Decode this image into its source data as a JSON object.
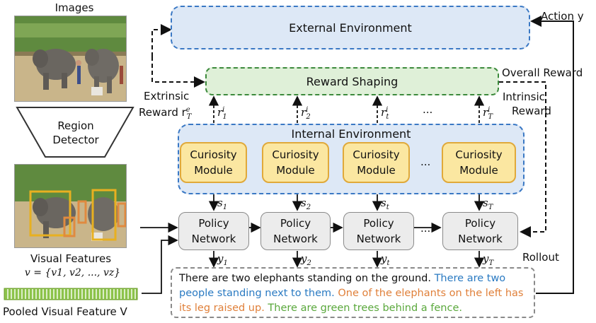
{
  "images_label": "Images",
  "region_detector_label": "Region Detector",
  "visual_features_label": "Visual Features",
  "visual_features_formula": "v = {v1, v2, ..., vz}",
  "pooled_label": "Pooled Visual Feature V",
  "external_env": "External Environment",
  "action": "Action y",
  "reward_shaping": "Reward Shaping",
  "overall_reward": "Overall Reward",
  "extrinsic_reward": [
    "Extrinsic",
    "Reward r"
  ],
  "intrinsic_reward": [
    "Intrinsic",
    "Reward"
  ],
  "internal_env": "Internal Environment",
  "curiosity_modules": [
    "Curiosity Module",
    "Curiosity Module",
    "Curiosity Module",
    "Curiosity Module"
  ],
  "rewards": [
    "r",
    "r",
    "r",
    "r"
  ],
  "reward_subscripts": [
    "1",
    "2",
    "t",
    "T"
  ],
  "states": [
    "s",
    "s",
    "s",
    "s"
  ],
  "state_subscripts": [
    "1",
    "2",
    "t",
    "T"
  ],
  "outputs": [
    "y",
    "y",
    "y",
    "y"
  ],
  "output_subscripts": [
    "1",
    "2",
    "t",
    "T"
  ],
  "policy_networks": [
    "Policy Network",
    "Policy Network",
    "Policy Network",
    "Policy Network"
  ],
  "ellipsis": "...",
  "rollout": "Rollout",
  "caption_sentences": [
    {
      "text": "There are two elephants standing on the ground.",
      "color": "#111111"
    },
    {
      "text": "There are two people standing next to them.",
      "color": "#2a7ac2"
    },
    {
      "text": "One of the elephants on the left has its leg raised up.",
      "color": "#e0803a"
    },
    {
      "text": "There are green trees behind a fence.",
      "color": "#5aa83c"
    }
  ],
  "colors": {
    "env_blue": "#dde8f6",
    "env_border": "#3a78c4",
    "reward_green": "#dff0d8",
    "reward_border": "#3c8a3c",
    "curiosity_fill": "#fbe7a1",
    "curiosity_border": "#e0a93a",
    "policy_fill": "#ececec",
    "pooled_bar": "#8cc34a"
  }
}
